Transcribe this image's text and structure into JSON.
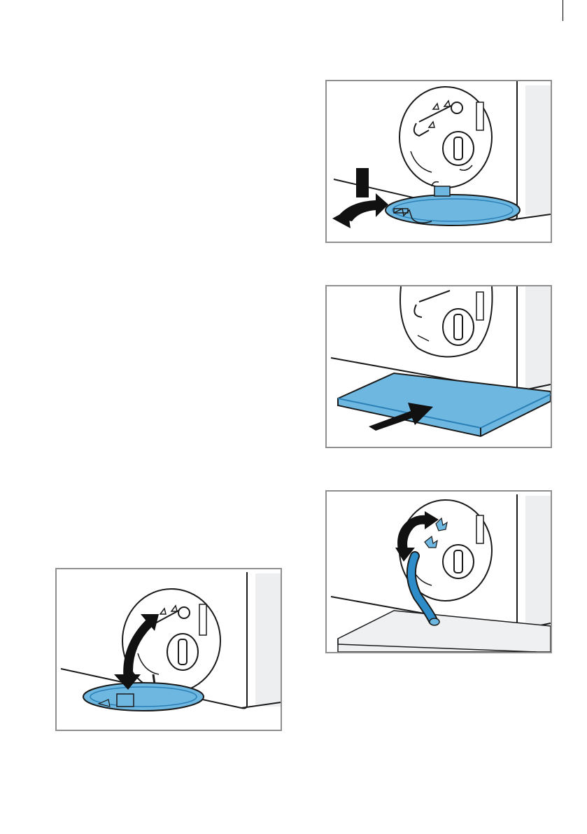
{
  "page": {
    "figures": [
      {
        "id": "open-flap",
        "icon": "open-flap-arrow-icon"
      },
      {
        "id": "place-tray",
        "icon": "push-arrow-icon"
      },
      {
        "id": "turn-filter",
        "icon": "rotate-arrow-icon"
      },
      {
        "id": "close-flap",
        "icon": "fold-down-arrow-icon"
      }
    ],
    "colors": {
      "accent": "#6db7e0",
      "accent_dark": "#2a7fb6",
      "line": "#1a1a1a",
      "frame": "#8f8f8f",
      "appliance_side": "#eceef0"
    }
  }
}
